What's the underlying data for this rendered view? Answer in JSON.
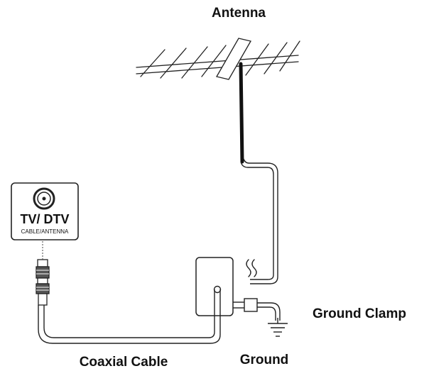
{
  "labels": {
    "antenna": "Antenna",
    "ground_clamp": "Ground Clamp",
    "coaxial_cable": "Coaxial Cable",
    "ground": "Ground"
  },
  "jack": {
    "title": "TV/ DTV",
    "subtitle": "CABLE/ANTENNA"
  },
  "colors": {
    "line": "#222222",
    "mast": "#1a1a1a",
    "background": "#ffffff"
  }
}
